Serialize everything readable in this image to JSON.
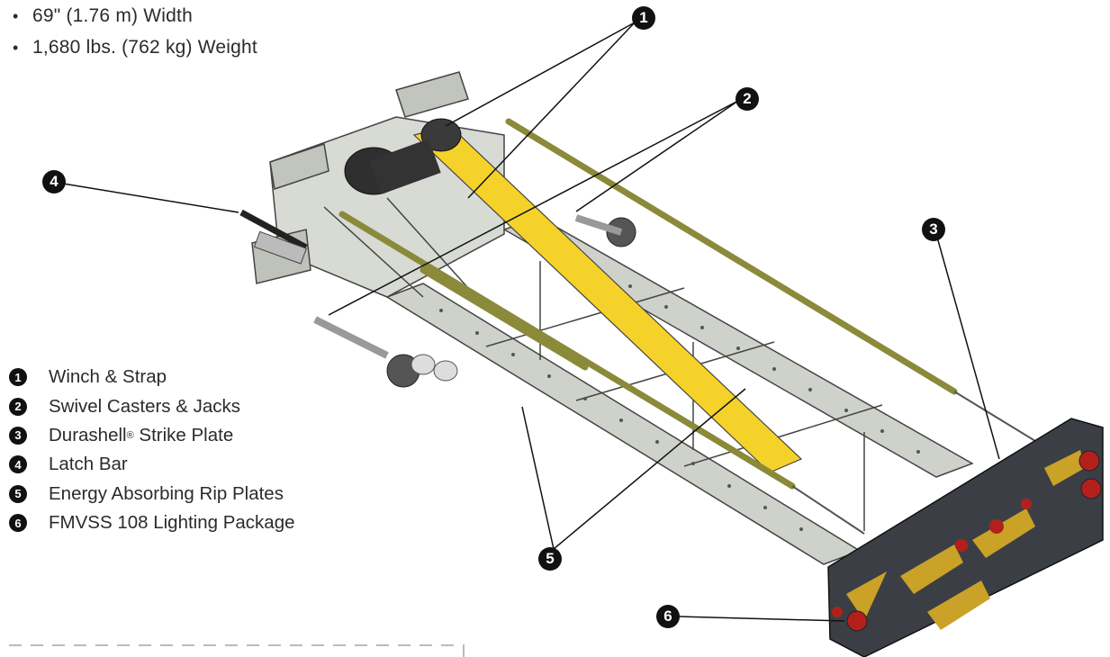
{
  "specs": [
    "69\" (1.76 m) Width",
    "1,680 lbs. (762 kg) Weight"
  ],
  "legend": [
    {
      "num": "1",
      "label": "Winch & Strap"
    },
    {
      "num": "2",
      "label": "Swivel Casters & Jacks"
    },
    {
      "num": "3",
      "label": "Durashell",
      "sup": "®",
      "suffix": " Strike Plate"
    },
    {
      "num": "4",
      "label": "Latch Bar"
    },
    {
      "num": "5",
      "label": "Energy Absorbing Rip Plates"
    },
    {
      "num": "6",
      "label": "FMVSS 108 Lighting Package"
    }
  ],
  "callouts": [
    "1",
    "2",
    "3",
    "4",
    "5",
    "6"
  ],
  "colors": {
    "frame": "#c9ccc4",
    "strap": "#f5d22a",
    "rod": "#8a8a3a",
    "plate": "#3b3f45",
    "chevron": "#c9a227",
    "light": "#b3201c"
  }
}
